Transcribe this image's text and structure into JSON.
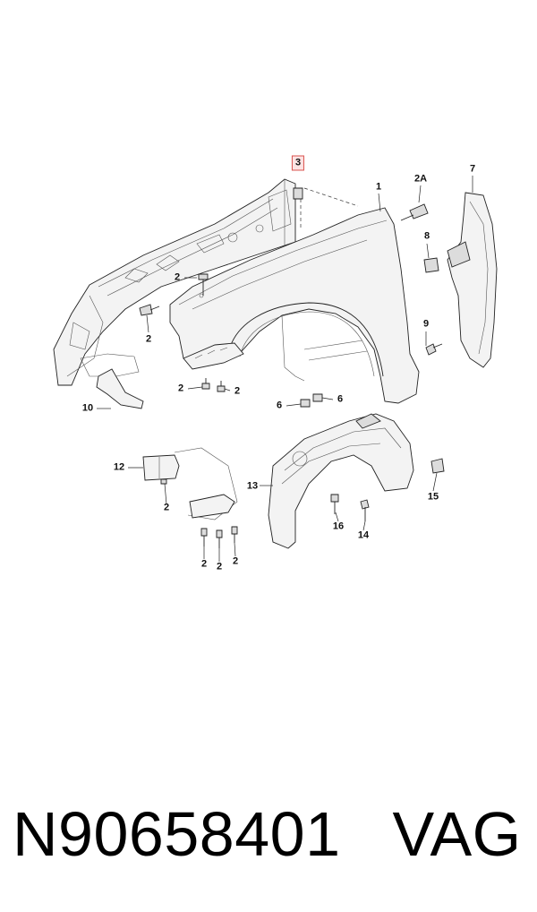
{
  "diagram": {
    "callouts": [
      {
        "id": "1",
        "label": "1"
      },
      {
        "id": "2A",
        "label": "2A"
      },
      {
        "id": "3",
        "label": "3",
        "highlighted": true
      },
      {
        "id": "7",
        "label": "7"
      },
      {
        "id": "8",
        "label": "8"
      },
      {
        "id": "9",
        "label": "9"
      },
      {
        "id": "2-a",
        "label": "2"
      },
      {
        "id": "2-b",
        "label": "2"
      },
      {
        "id": "2-c",
        "label": "2"
      },
      {
        "id": "2-d",
        "label": "2"
      },
      {
        "id": "6-a",
        "label": "6"
      },
      {
        "id": "6-b",
        "label": "6"
      },
      {
        "id": "10",
        "label": "10"
      },
      {
        "id": "12",
        "label": "12"
      },
      {
        "id": "2-e",
        "label": "2"
      },
      {
        "id": "13",
        "label": "13"
      },
      {
        "id": "15",
        "label": "15"
      },
      {
        "id": "16",
        "label": "16"
      },
      {
        "id": "14",
        "label": "14"
      },
      {
        "id": "2-f",
        "label": "2"
      },
      {
        "id": "2-g",
        "label": "2"
      },
      {
        "id": "2-h",
        "label": "2"
      }
    ],
    "highlight_color": "#d9534f"
  },
  "footer": {
    "part_number": "N90658401",
    "brand": "VAG"
  }
}
